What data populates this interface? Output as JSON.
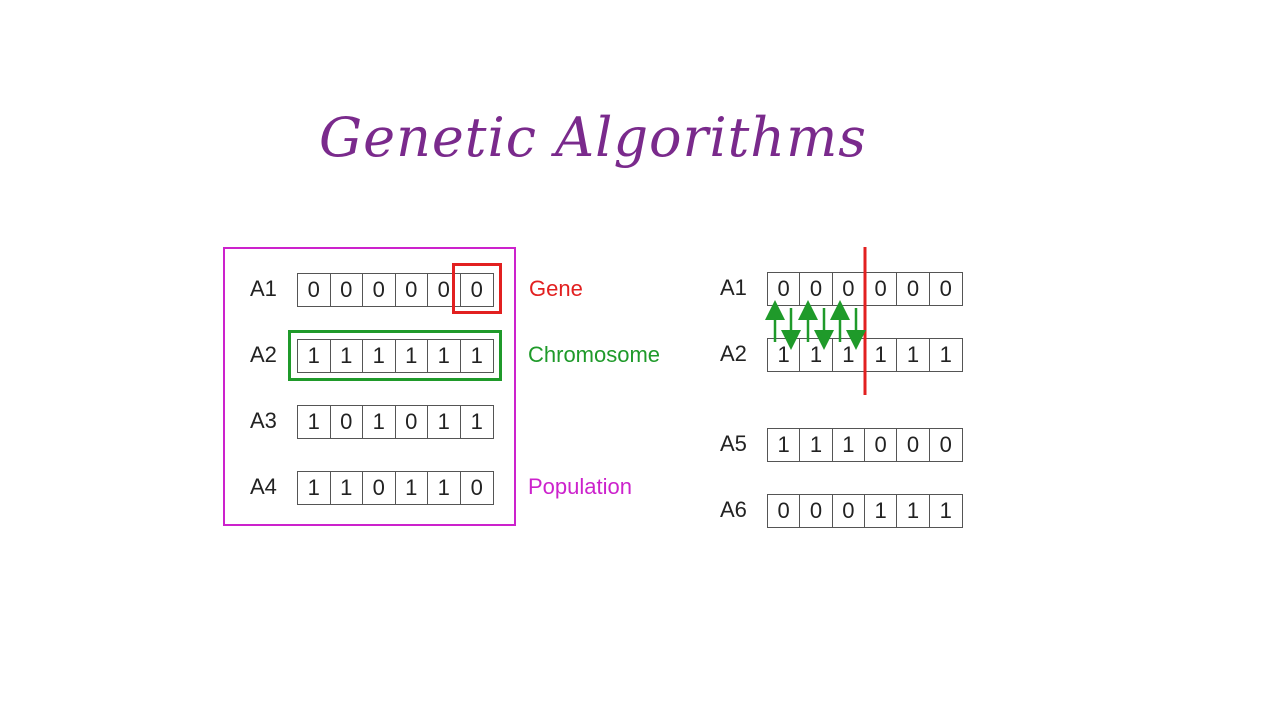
{
  "title": "Genetic Algorithms",
  "population": {
    "rows": [
      {
        "label": "A1",
        "genes": [
          "0",
          "0",
          "0",
          "0",
          "0",
          "0"
        ]
      },
      {
        "label": "A2",
        "genes": [
          "1",
          "1",
          "1",
          "1",
          "1",
          "1"
        ]
      },
      {
        "label": "A3",
        "genes": [
          "1",
          "0",
          "1",
          "0",
          "1",
          "1"
        ]
      },
      {
        "label": "A4",
        "genes": [
          "1",
          "1",
          "0",
          "1",
          "1",
          "0"
        ]
      }
    ]
  },
  "terms": {
    "gene": "Gene",
    "chromosome": "Chromosome",
    "population": "Population"
  },
  "crossover": {
    "parents": [
      {
        "label": "A1",
        "genes": [
          "0",
          "0",
          "0",
          "0",
          "0",
          "0"
        ]
      },
      {
        "label": "A2",
        "genes": [
          "1",
          "1",
          "1",
          "1",
          "1",
          "1"
        ]
      }
    ],
    "offspring": [
      {
        "label": "A5",
        "genes": [
          "1",
          "1",
          "1",
          "0",
          "0",
          "0"
        ]
      },
      {
        "label": "A6",
        "genes": [
          "0",
          "0",
          "0",
          "1",
          "1",
          "1"
        ]
      }
    ]
  },
  "colors": {
    "title": "#7a2a8c",
    "gene_highlight": "#e22020",
    "chromosome_highlight": "#1f9a2a",
    "population_box": "#cc22cc",
    "crossover_point": "#e22020",
    "swap_arrows": "#1f9a2a"
  }
}
